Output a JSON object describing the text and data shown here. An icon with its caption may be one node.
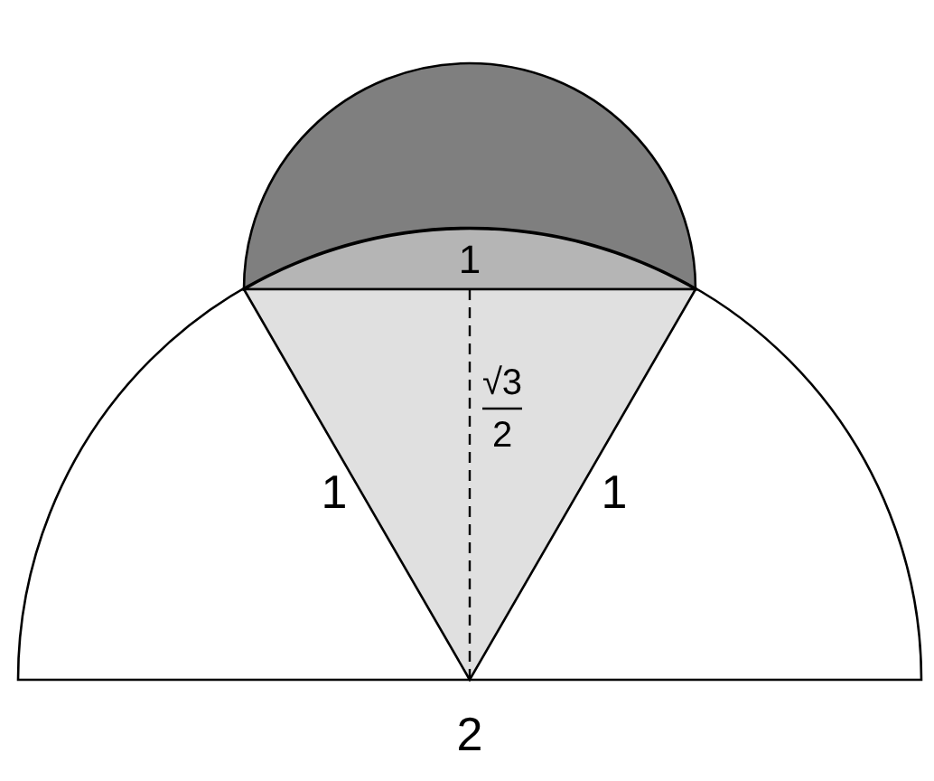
{
  "diagram": {
    "labels": [
      "1",
      "√3",
      "2",
      "1",
      "1",
      "2"
    ]
  }
}
